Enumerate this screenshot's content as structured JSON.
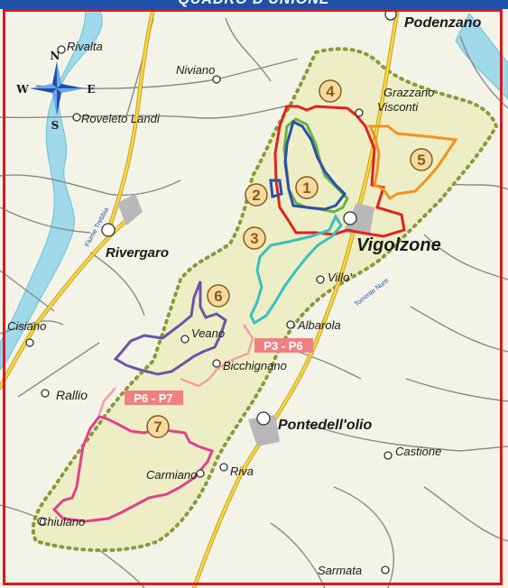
{
  "header": {
    "title": "QUADRO D'UNIONE"
  },
  "compass": {
    "n": "N",
    "s": "S",
    "e": "E",
    "w": "W"
  },
  "towns": {
    "podenzano": "Podenzano",
    "rivalta": "Rivalta",
    "niviano": "Niviano",
    "roveleto": "Roveleto Landi",
    "grazzano": "Grazzano",
    "visconti": "Visconti",
    "rivergaro": "Rivergaro",
    "vigolzone": "Vigolzone",
    "villo": "Villo'",
    "albarola": "Albarola",
    "cisiano": "Cisiano",
    "veano": "Veano",
    "bicchignano": "Bicchignano",
    "rallio": "Rallio",
    "pontedellolio": "Pontedell'olio",
    "castione": "Castione",
    "carmiano": "Carmiano",
    "riva": "Riva",
    "chiulano": "Chiulano",
    "sarmata": "Sarmata"
  },
  "rivers": {
    "trebbia": "Fiume Trebbia",
    "nure": "Torrente Nure"
  },
  "labels": {
    "p3p6": "P3 - P6",
    "p6p7": "P6 - P7"
  },
  "routes": [
    {
      "num": "1",
      "color": "#6cb33f"
    },
    {
      "num": "2",
      "color": "#2a4fb0"
    },
    {
      "num": "3",
      "color": "#3bbfc0"
    },
    {
      "num": "4",
      "color": "#e2231a"
    },
    {
      "num": "5",
      "color": "#f39221"
    },
    {
      "num": "6",
      "color": "#6a55a8"
    },
    {
      "num": "7",
      "color": "#e0418c"
    }
  ],
  "colors": {
    "frame": "#d8181e",
    "header": "#1e50a8",
    "area": "#efefc8",
    "river": "#8ed4e6",
    "road": "#e8c22a",
    "border_dots": "#8a9a3a"
  }
}
